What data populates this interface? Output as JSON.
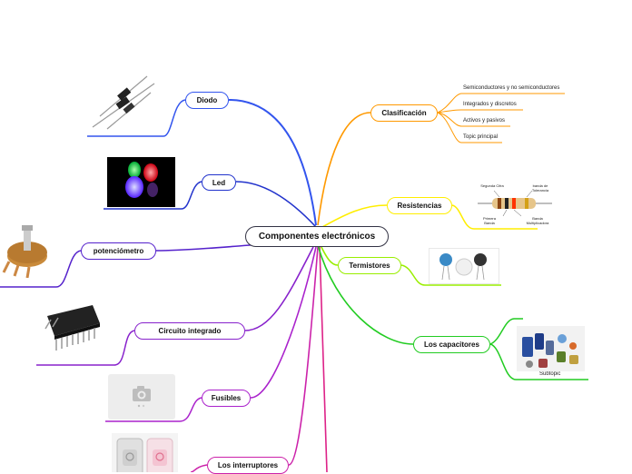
{
  "central": {
    "label": "Componentes electrónicos"
  },
  "branches": {
    "diodo": {
      "label": "Diodo",
      "color": "#3355ee"
    },
    "led": {
      "label": "Led",
      "color": "#2233cc"
    },
    "potenciometro": {
      "label": "potenciómetro",
      "color": "#5522cc"
    },
    "circuito": {
      "label": "Circuito integrado",
      "color": "#8822cc"
    },
    "fusibles": {
      "label": "Fusibles",
      "color": "#aa22cc"
    },
    "interruptores": {
      "label": "Los interruptores",
      "color": "#cc22aa"
    },
    "clasificacion": {
      "label": "Clasificación",
      "color": "#ff9900",
      "children": [
        "Semiconductores y no semiconductores",
        "Integrados y discretos",
        "Activos y pasivos",
        "Topic principal"
      ]
    },
    "resistencias": {
      "label": "Resistencias",
      "color": "#ffee00"
    },
    "termistores": {
      "label": "Termistores",
      "color": "#99ee00"
    },
    "capacitores": {
      "label": "Los capacitores",
      "color": "#22cc22",
      "subtopic": "Subtopic"
    }
  },
  "resistor_image": {
    "labels": [
      "Segunda Cifra",
      "Primera Banda",
      "Banda Multiplicadora",
      "banda de Tolerancia"
    ]
  }
}
